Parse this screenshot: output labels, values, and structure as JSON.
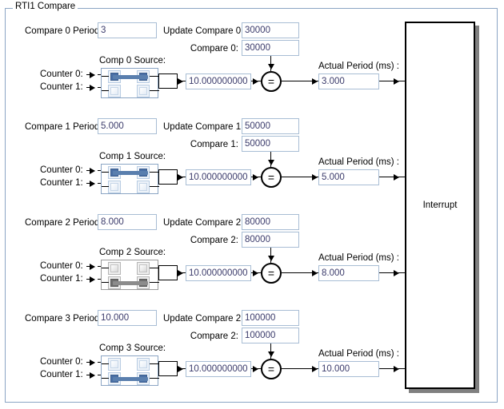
{
  "panel": {
    "title": "RTI1 Compare"
  },
  "interrupt": {
    "label": "Interrupt"
  },
  "comparator_symbol": "=",
  "counter_labels": {
    "counter0": "Counter 0:",
    "counter1": "Counter 1:"
  },
  "actual_period_label": "Actual Period (ms) :",
  "blocks": [
    {
      "period_label": "Compare 0 Period :",
      "period_value": "3",
      "update_label": "Update Compare 0:",
      "update_value": "30000",
      "compare_label": "Compare 0:",
      "compare_value": "30000",
      "source_label": "Comp 0 Source:",
      "source_selected": "Counter 0",
      "source_enabled": true,
      "clock_value": "10.000000000",
      "actual_period_label": "Actual Period (ms) :",
      "actual_period_value": "3.000"
    },
    {
      "period_label": "Compare 1 Period :",
      "period_value": "5.000",
      "update_label": "Update Compare 1:",
      "update_value": "50000",
      "compare_label": "Compare 1:",
      "compare_value": "50000",
      "source_label": "Comp 1 Source:",
      "source_selected": "Counter 0",
      "source_enabled": true,
      "clock_value": "10.000000000",
      "actual_period_label": "Actual Period (ms) :",
      "actual_period_value": "5.000"
    },
    {
      "period_label": "Compare 2 Period :",
      "period_value": "8.000",
      "update_label": "Update Compare 2:",
      "update_value": "80000",
      "compare_label": "Compare 2:",
      "compare_value": "80000",
      "source_label": "Comp 2 Source:",
      "source_selected": "Counter 1",
      "source_enabled": false,
      "clock_value": "10.000000000",
      "actual_period_label": "Actual Period (ms) :",
      "actual_period_value": "8.000"
    },
    {
      "period_label": "Compare 3 Period:",
      "period_value": "10.000",
      "update_label": "Update Compare 2:",
      "update_value": "100000",
      "compare_label": "Compare 2:",
      "compare_value": "100000",
      "source_label": "Comp 3 Source:",
      "source_selected": "Counter 1",
      "source_enabled": true,
      "clock_value": "10.000000000",
      "actual_period_label": "Actual Period (ms) :",
      "actual_period_value": "10.000"
    }
  ],
  "colors": {
    "group_border": "#8ba5c4",
    "field_border": "#a8bdd4",
    "field_text": "#3b3b6b",
    "mux_bar_active": "#5a7fae",
    "mux_bar_disabled": "#8c8c8c",
    "shadow": "#808080"
  }
}
